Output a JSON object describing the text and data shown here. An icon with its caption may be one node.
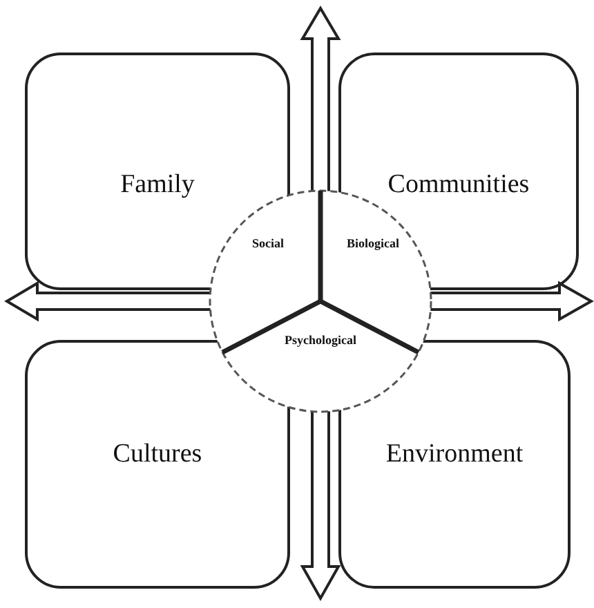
{
  "diagram": {
    "nodes": [
      {
        "text": [
          "Family"
        ]
      },
      {
        "text": [
          "Communities"
        ]
      },
      {
        "text": [
          "Cultures"
        ]
      },
      {
        "text": [
          "Environment"
        ]
      },
      {
        "text": [
          "Social",
          "Biological",
          "Psychological"
        ]
      }
    ]
  }
}
